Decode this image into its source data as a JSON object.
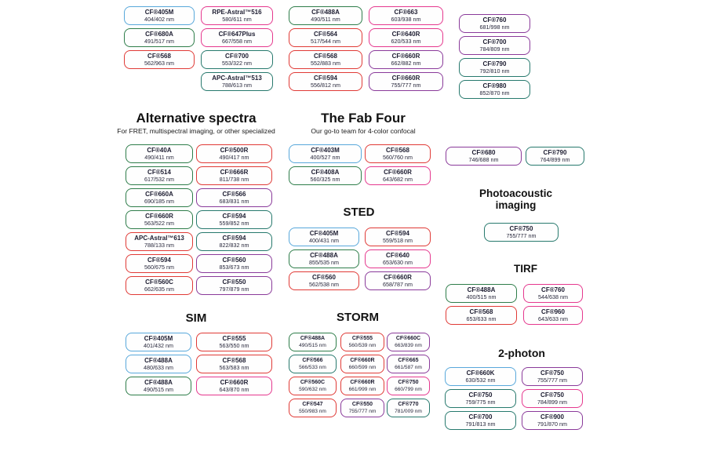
{
  "colors": {
    "blue": "#58a8db",
    "green": "#2e7d4a",
    "red": "#e03a36",
    "pink": "#e5388e",
    "teal": "#27796d",
    "purple": "#8a3a9a"
  },
  "headers": {
    "alternative": {
      "title": "Alternative spectra",
      "subtitle": "For FRET, multispectral imaging, or other specialized"
    },
    "fabfour": {
      "title": "The Fab Four",
      "subtitle": "Our go-to team for 4-color confocal"
    },
    "sted": {
      "title": "STED"
    },
    "sim": {
      "title": "SIM"
    },
    "storm": {
      "title": "STORM"
    },
    "photoacoustic": {
      "title": "Photoacoustic imaging"
    },
    "tirf": {
      "title": "TIRF"
    },
    "twophoton": {
      "title": "2-photon"
    }
  },
  "groups": {
    "top_col1": [
      {
        "name": "CF®405M",
        "value": "404/402 nm",
        "color": "blue"
      },
      {
        "name": "CF®680A",
        "value": "491/517 nm",
        "color": "green"
      },
      {
        "name": "CF®568",
        "value": "562/963 nm",
        "color": "red"
      }
    ],
    "top_col2": [
      {
        "name": "RPE-Astral™516",
        "value": "580/611 nm",
        "color": "pink"
      },
      {
        "name": "CF®647Plus",
        "value": "667/558 nm",
        "color": "pink"
      },
      {
        "name": "CF®700",
        "value": "553/322 nm",
        "color": "teal"
      },
      {
        "name": "APC-Astral™513",
        "value": "788/613 nm",
        "color": "teal"
      }
    ],
    "top_col3": [
      {
        "name": "CF®488A",
        "value": "490/511 nm",
        "color": "green"
      },
      {
        "name": "CF®564",
        "value": "517/544 nm",
        "color": "red"
      },
      {
        "name": "CF®568",
        "value": "552/883 nm",
        "color": "red"
      },
      {
        "name": "CF®594",
        "value": "556/812 nm",
        "color": "red"
      }
    ],
    "top_col4": [
      {
        "name": "CF®663",
        "value": "603/938 nm",
        "color": "pink"
      },
      {
        "name": "CF®640R",
        "value": "620/533 nm",
        "color": "pink"
      },
      {
        "name": "CF®660R",
        "value": "662/882 nm",
        "color": "purple"
      },
      {
        "name": "CF®660R",
        "value": "755/777 nm",
        "color": "purple"
      }
    ],
    "top_col5": [
      {
        "name": "CF®760",
        "value": "681/998 nm",
        "color": "purple"
      },
      {
        "name": "CF®700",
        "value": "784/809 nm",
        "color": "purple"
      },
      {
        "name": "CF®790",
        "value": "792/810 nm",
        "color": "teal"
      },
      {
        "name": "CF®980",
        "value": "852/870 nm",
        "color": "teal"
      }
    ],
    "alt_left": [
      {
        "name": "CF®40A",
        "value": "490/411 nm",
        "color": "green"
      },
      {
        "name": "CF®514",
        "value": "617/532 nm",
        "color": "green"
      },
      {
        "name": "CF®660A",
        "value": "690/185 nm",
        "color": "green"
      },
      {
        "name": "CF®660R",
        "value": "563/522 nm",
        "color": "green"
      },
      {
        "name": "APC-Astral™613",
        "value": "788/133 nm",
        "color": "red"
      },
      {
        "name": "CF®594",
        "value": "560/675 nm",
        "color": "red"
      },
      {
        "name": "CF®560C",
        "value": "662/635 nm",
        "color": "red"
      }
    ],
    "alt_right": [
      {
        "name": "CF®500R",
        "value": "490/417 nm",
        "color": "red"
      },
      {
        "name": "CF®666R",
        "value": "811/738 nm",
        "color": "red"
      },
      {
        "name": "CF®566",
        "value": "683/831 nm",
        "color": "purple"
      },
      {
        "name": "CF®594",
        "value": "559/852 nm",
        "color": "teal"
      },
      {
        "name": "CF®594",
        "value": "822/832 nm",
        "color": "teal"
      },
      {
        "name": "CF®560",
        "value": "853/673 nm",
        "color": "purple"
      },
      {
        "name": "CF®550",
        "value": "797/879 nm",
        "color": "purple"
      }
    ],
    "fab_left": [
      {
        "name": "CF®403M",
        "value": "400/527 nm",
        "color": "blue"
      },
      {
        "name": "CF®408A",
        "value": "560/325 nm",
        "color": "green"
      }
    ],
    "fab_right": [
      {
        "name": "CF®568",
        "value": "560/760 nm",
        "color": "red"
      },
      {
        "name": "CF®660R",
        "value": "643/682 nm",
        "color": "pink"
      }
    ],
    "sted_left": [
      {
        "name": "CF®405M",
        "value": "400/431 nm",
        "color": "blue"
      },
      {
        "name": "CF®488A",
        "value": "855/535 nm",
        "color": "green"
      },
      {
        "name": "CF®560",
        "value": "562/538 nm",
        "color": "red"
      }
    ],
    "sted_right": [
      {
        "name": "CF®594",
        "value": "559/518 nm",
        "color": "red"
      },
      {
        "name": "CF®640",
        "value": "653/630 nm",
        "color": "pink"
      },
      {
        "name": "CF®660R",
        "value": "658/787 nm",
        "color": "purple"
      }
    ],
    "sim_left": [
      {
        "name": "CF®405M",
        "value": "401/432 nm",
        "color": "blue"
      },
      {
        "name": "CF®488A",
        "value": "480/633 nm",
        "color": "blue"
      },
      {
        "name": "CF®488A",
        "value": "490/515 nm",
        "color": "green"
      }
    ],
    "sim_right": [
      {
        "name": "CF®555",
        "value": "563/550 nm",
        "color": "red"
      },
      {
        "name": "CF®568",
        "value": "563/583 nm",
        "color": "red"
      },
      {
        "name": "CF®660R",
        "value": "643/870 nm",
        "color": "pink"
      }
    ],
    "storm_col1": [
      {
        "name": "CF®488A",
        "value": "490/515 nm",
        "color": "green"
      },
      {
        "name": "CF®566",
        "value": "566/533 nm",
        "color": "teal"
      },
      {
        "name": "CF®560C",
        "value": "590/632 nm",
        "color": "red"
      },
      {
        "name": "CF®547",
        "value": "550/983 nm",
        "color": "red"
      }
    ],
    "storm_col2": [
      {
        "name": "CF®555",
        "value": "560/539 nm",
        "color": "red"
      },
      {
        "name": "CF®660R",
        "value": "660/599 nm",
        "color": "red"
      },
      {
        "name": "CF®660R",
        "value": "661/999 nm",
        "color": "red"
      },
      {
        "name": "CF®550",
        "value": "755/777 nm",
        "color": "purple"
      }
    ],
    "storm_col3": [
      {
        "name": "CF®660C",
        "value": "663/839 nm",
        "color": "purple"
      },
      {
        "name": "CF®665",
        "value": "661/587 nm",
        "color": "purple"
      },
      {
        "name": "CF®750",
        "value": "660/799 nm",
        "color": "pink"
      },
      {
        "name": "CF®770",
        "value": "781/009 nm",
        "color": "teal"
      }
    ],
    "mid_right_1": [
      {
        "name": "CF®680",
        "value": "746/688 nm",
        "color": "purple"
      }
    ],
    "mid_right_2": [
      {
        "name": "CF®790",
        "value": "764/899 nm",
        "color": "teal"
      }
    ],
    "photoacoustic": [
      {
        "name": "CF®750",
        "value": "755/777 nm",
        "color": "teal"
      }
    ],
    "tirf_left": [
      {
        "name": "CF®488A",
        "value": "400/515 nm",
        "color": "green"
      },
      {
        "name": "CF®568",
        "value": "653/633 nm",
        "color": "red"
      }
    ],
    "tirf_right": [
      {
        "name": "CF®760",
        "value": "544/638 nm",
        "color": "pink"
      },
      {
        "name": "CF®960",
        "value": "643/633 nm",
        "color": "pink"
      }
    ],
    "twophoton_left": [
      {
        "name": "CF®660K",
        "value": "630/532 nm",
        "color": "blue"
      },
      {
        "name": "CF®750",
        "value": "759/775 nm",
        "color": "teal"
      },
      {
        "name": "CF®700",
        "value": "791/813 nm",
        "color": "teal"
      }
    ],
    "twophoton_right": [
      {
        "name": "CF®750",
        "value": "755/777 nm",
        "color": "purple"
      },
      {
        "name": "CF®750",
        "value": "784/899 nm",
        "color": "pink"
      },
      {
        "name": "CF®900",
        "value": "791/870 nm",
        "color": "purple"
      }
    ]
  }
}
